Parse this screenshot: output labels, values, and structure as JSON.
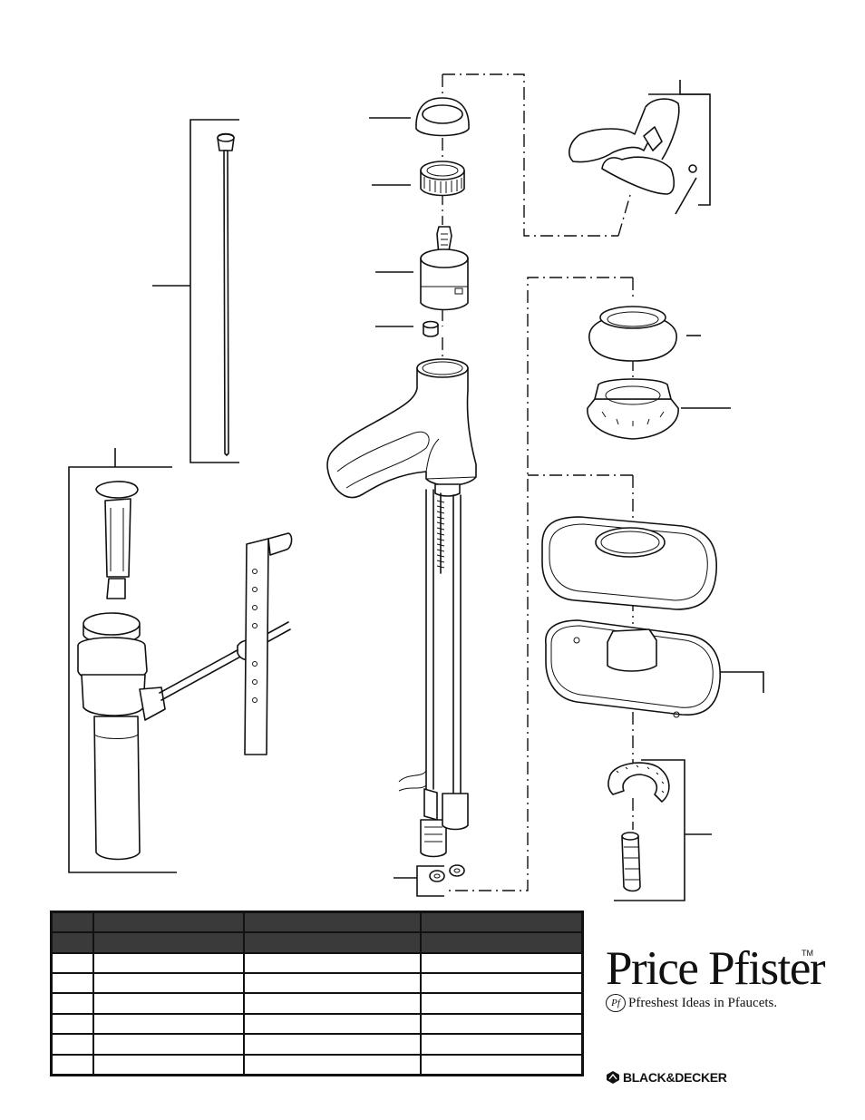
{
  "brand": {
    "name": "Price Pfister",
    "trademark": "TM",
    "tagline_mark": "Pf",
    "tagline": "Pfreshest Ideas in Pfaucets.",
    "manufacturer": "BLACK&DECKER"
  },
  "parts_table": {
    "rows": [
      [
        "",
        "",
        "",
        ""
      ],
      [
        "",
        "",
        "",
        ""
      ],
      [
        "",
        "",
        "",
        ""
      ],
      [
        "",
        "",
        "",
        ""
      ],
      [
        "",
        "",
        "",
        ""
      ],
      [
        "",
        "",
        "",
        ""
      ],
      [
        "",
        "",
        "",
        ""
      ],
      [
        "",
        "",
        "",
        ""
      ]
    ]
  }
}
